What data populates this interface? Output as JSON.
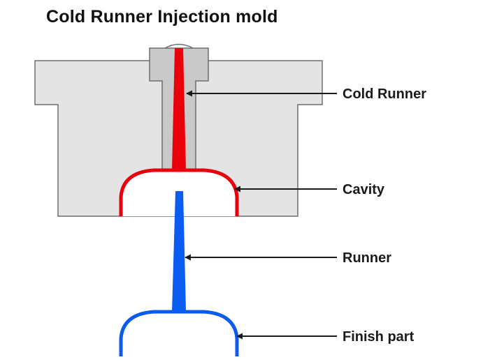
{
  "title": "Cold Runner Injection mold",
  "labels": {
    "cold_runner": "Cold Runner",
    "cavity": "Cavity",
    "runner": "Runner",
    "finish_part": "Finish part"
  },
  "colors": {
    "mold_fill": "#e4e4e4",
    "mold_stroke": "#6e6e6e",
    "sprue_fill": "#c9c9c9",
    "cold_runner": "#e8000b",
    "part": "#0a5cf0",
    "arrow": "#1a1a1a"
  }
}
